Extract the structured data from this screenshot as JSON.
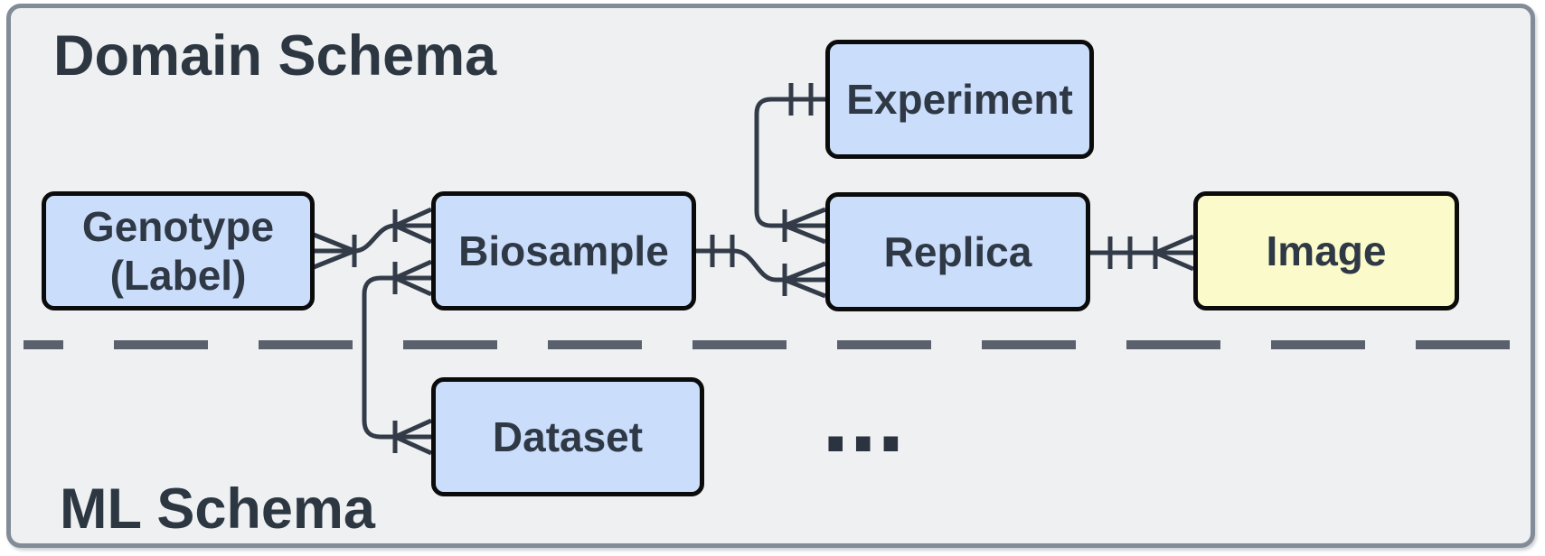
{
  "diagram": {
    "title_domain": "Domain Schema",
    "title_ml": "ML Schema",
    "ellipsis": "...",
    "colors": {
      "canvas_bg": "#ffffff",
      "frame_fill": "#eef0f2",
      "frame_border": "#828c98",
      "entity_fill_blue": "#caddfb",
      "entity_fill_yellow": "#fafaca",
      "entity_border": "#0b0b0b",
      "text": "#2f3845",
      "connector": "#333b48",
      "divider": "#5a616d"
    },
    "entities": {
      "genotype": {
        "line1": "Genotype",
        "line2": "(Label)",
        "fill": "#caddfb"
      },
      "biosample": {
        "label": "Biosample",
        "fill": "#caddfb"
      },
      "experiment": {
        "label": "Experiment",
        "fill": "#caddfb"
      },
      "replica": {
        "label": "Replica",
        "fill": "#caddfb"
      },
      "image": {
        "label": "Image",
        "fill": "#fafaca"
      },
      "dataset": {
        "label": "Dataset",
        "fill": "#caddfb"
      }
    },
    "relationships": [
      {
        "from": "Genotype (Label)",
        "to": "Biosample",
        "from_cardinality": "one-or-many",
        "to_cardinality": "one-or-many"
      },
      {
        "from": "Biosample",
        "to": "Replica",
        "from_cardinality": "exactly-one",
        "to_cardinality": "one-or-many"
      },
      {
        "from": "Experiment",
        "to": "Replica",
        "from_cardinality": "exactly-one",
        "to_cardinality": "one-or-many"
      },
      {
        "from": "Replica",
        "to": "Image",
        "from_cardinality": "exactly-one",
        "to_cardinality": "one-or-many"
      },
      {
        "from": "Biosample",
        "to": "Dataset",
        "from_cardinality": "one-or-many",
        "to_cardinality": "one-or-many"
      }
    ]
  }
}
